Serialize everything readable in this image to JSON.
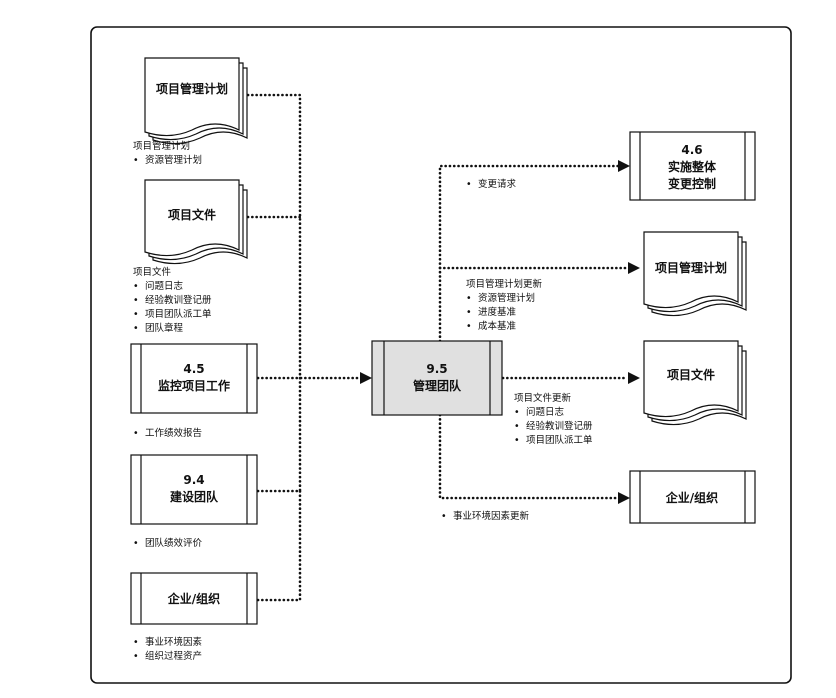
{
  "inputs": {
    "pm_plan": {
      "title": "项目管理计划"
    },
    "pm_plan_note": {
      "head": "项目管理计划",
      "items": [
        "资源管理计划"
      ]
    },
    "project_docs": {
      "title": "项目文件"
    },
    "project_docs_note": {
      "head": "项目文件",
      "items": [
        "问题日志",
        "经验教训登记册",
        "项目团队派工单",
        "团队章程"
      ]
    },
    "monitor_work": {
      "code": "4.5",
      "title": "监控项目工作"
    },
    "monitor_work_note": {
      "items": [
        "工作绩效报告"
      ]
    },
    "develop_team": {
      "code": "9.4",
      "title": "建设团队"
    },
    "develop_team_note": {
      "items": [
        "团队绩效评价"
      ]
    },
    "enterprise": {
      "title": "企业/组织"
    },
    "enterprise_note": {
      "items": [
        "事业环境因素",
        "组织过程资产"
      ]
    }
  },
  "center": {
    "code": "9.5",
    "title": "管理团队"
  },
  "outputs": {
    "change_request_note": {
      "items": [
        "变更请求"
      ]
    },
    "integrated_change": {
      "code": "4.6",
      "title_line1": "实施整体",
      "title_line2": "变更控制"
    },
    "pm_plan": {
      "title": "项目管理计划"
    },
    "pm_plan_update_note": {
      "head": "项目管理计划更新",
      "items": [
        "资源管理计划",
        "进度基准",
        "成本基准"
      ]
    },
    "project_docs": {
      "title": "项目文件"
    },
    "project_docs_update_note": {
      "head": "项目文件更新",
      "items": [
        "问题日志",
        "经验教训登记册",
        "项目团队派工单"
      ]
    },
    "enterprise": {
      "title": "企业/组织"
    },
    "eef_update_note": {
      "items": [
        "事业环境因素更新"
      ]
    }
  },
  "bullet": "•"
}
